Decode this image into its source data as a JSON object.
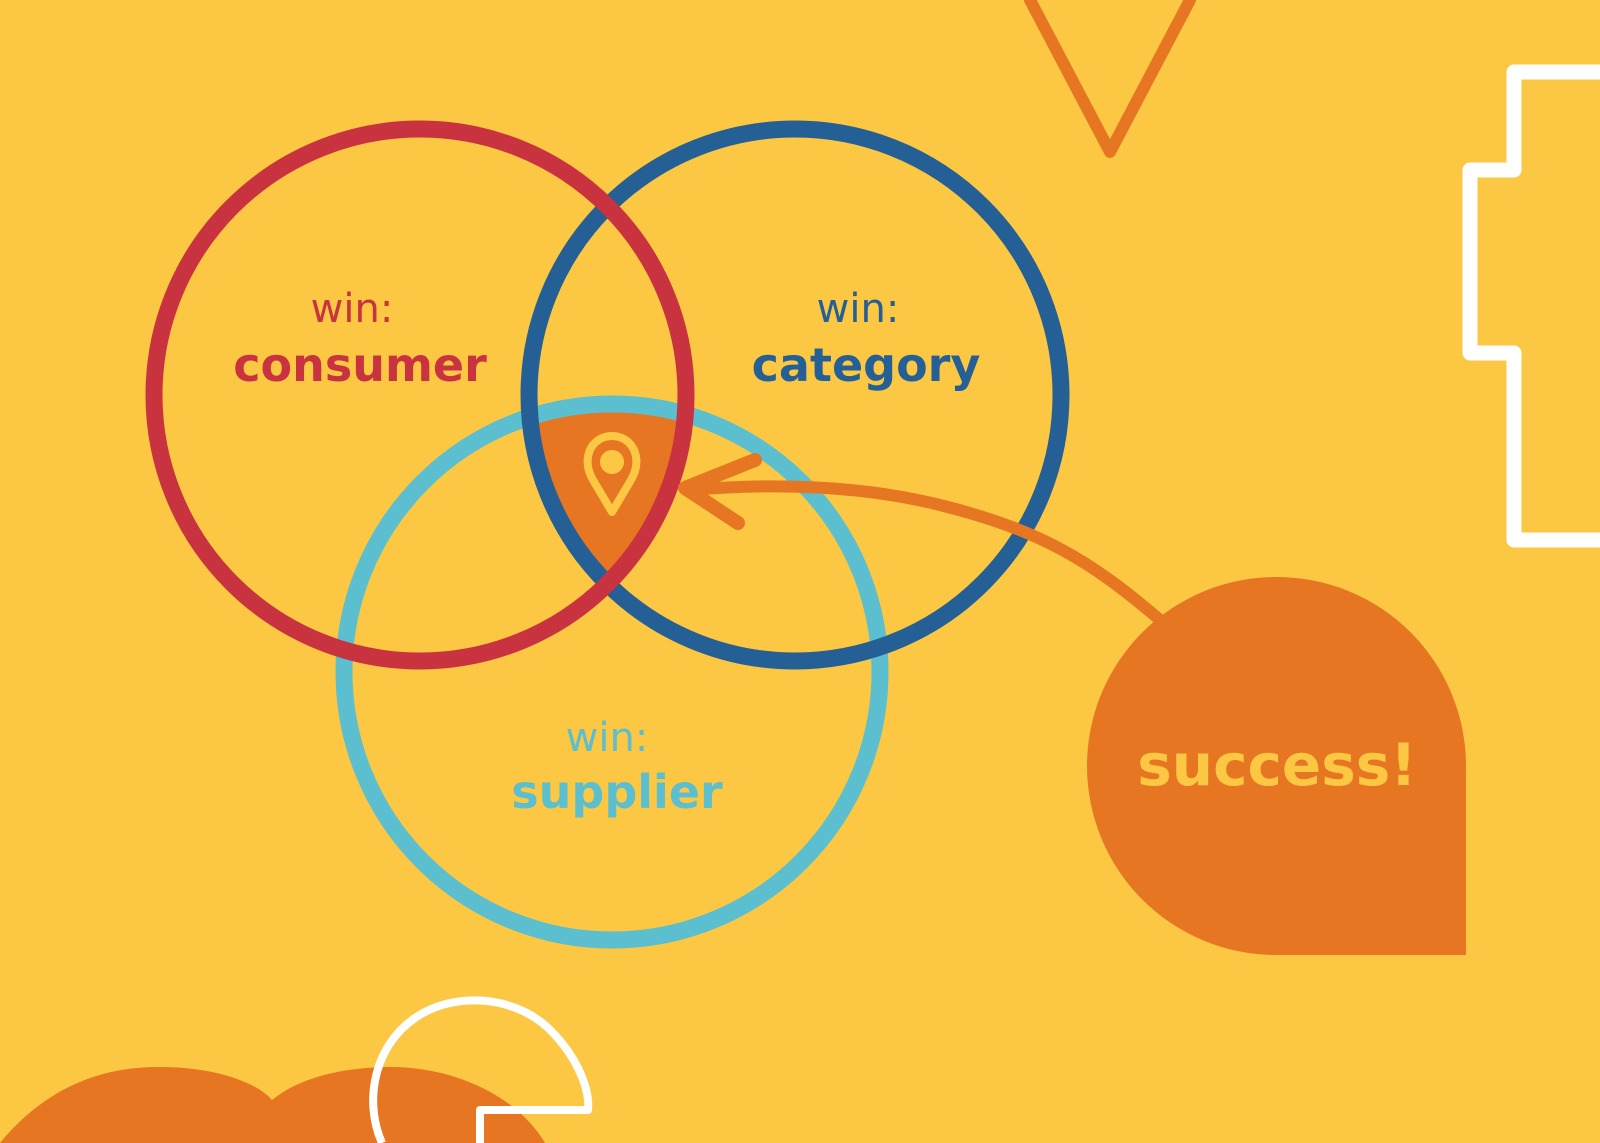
{
  "colors": {
    "background": "#FCC844",
    "consumer": "#C9323F",
    "category": "#246095",
    "supplier": "#5BBFCF",
    "accent_orange": "#E67622",
    "success_text": "#FCC844",
    "white_outline": "#FFFFFF"
  },
  "diagram": {
    "consumer": {
      "prefix": "win:",
      "name": "consumer"
    },
    "category": {
      "prefix": "win:",
      "name": "category"
    },
    "supplier": {
      "prefix": "win:",
      "name": "supplier"
    },
    "callout": {
      "label": "success!"
    },
    "center_icon": "location-pin-icon"
  }
}
